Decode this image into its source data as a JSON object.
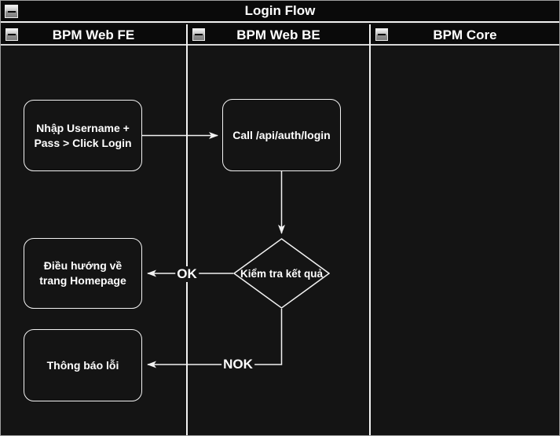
{
  "pool": {
    "title": "Login Flow"
  },
  "lanes": [
    {
      "label": "BPM Web FE"
    },
    {
      "label": "BPM Web BE"
    },
    {
      "label": "BPM Core"
    }
  ],
  "nodes": {
    "fe_input": {
      "label": "Nhập Username + Pass > Click Login"
    },
    "be_call": {
      "label": "Call /api/auth/login"
    },
    "decision": {
      "label": "Kiểm tra kết quả"
    },
    "fe_home": {
      "label": "Điều hướng về trang Homepage"
    },
    "fe_error": {
      "label": "Thông báo lỗi"
    }
  },
  "edges": {
    "ok": {
      "label": "OK"
    },
    "nok": {
      "label": "NOK"
    }
  },
  "icons": {
    "collapse": "minus-icon"
  },
  "colors": {
    "canvas": "#141414",
    "panel": "#0a0a0a",
    "line": "#f2f2f2",
    "text": "#ffffff"
  }
}
